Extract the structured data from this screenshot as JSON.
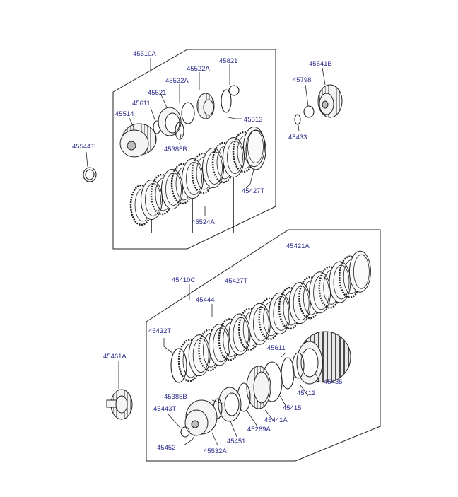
{
  "diagram": {
    "assemblies": {
      "upper": {
        "callout": "45510A",
        "parts": [
          "45522A",
          "45821",
          "45532A",
          "45521",
          "45611",
          "45514",
          "45513",
          "45385B",
          "45427T",
          "45524A"
        ]
      },
      "lower": {
        "callout": "45410C",
        "parts": [
          "45421A",
          "45427T",
          "45444",
          "45432T",
          "45611",
          "45385B",
          "45443T",
          "45412",
          "45435",
          "45415",
          "45441A",
          "45269A",
          "45451",
          "45452",
          "45532A"
        ]
      }
    },
    "loose_parts": [
      "45544T",
      "45541B",
      "45798",
      "45433",
      "45461A"
    ]
  }
}
